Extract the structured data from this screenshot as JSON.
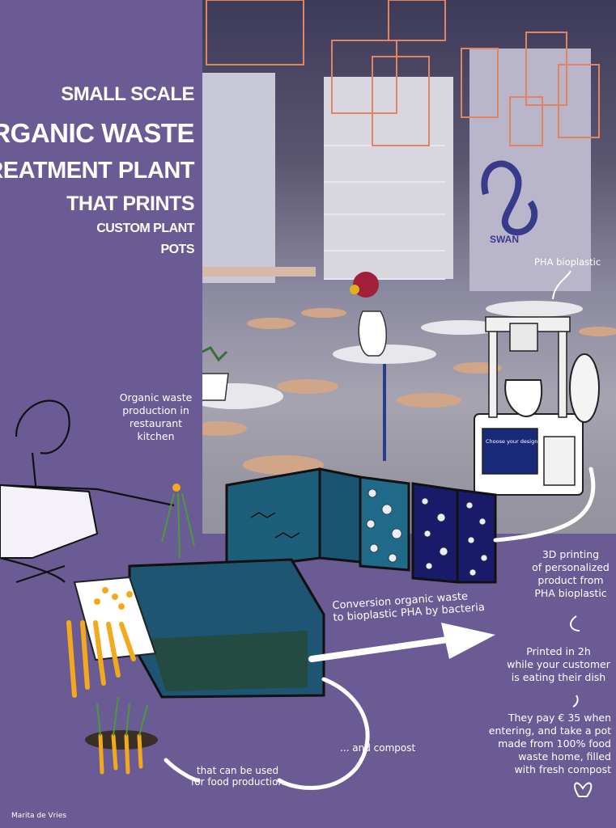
{
  "title": {
    "line1": "SMALL SCALE",
    "line2": "ORGANIC WASTE",
    "line3": "TREATMENT PLANT",
    "line4": "THAT PRINTS",
    "line5": "CUSTOM PLANT",
    "line6": "POTS"
  },
  "labels": {
    "pha": "PHA bioplastic",
    "organic1": "Organic waste",
    "organic2": "production in",
    "organic3": "restaurant",
    "organic4": "kitchen",
    "print1": "3D printing",
    "print2": "of personalized",
    "print3": "product from",
    "print4": "PHA bioplastic",
    "printed1": "Printed in 2h",
    "printed2": "while your customer",
    "printed3": "is eating their dish",
    "pay1": "They pay € 35 when",
    "pay2": "entering, and take a pot",
    "pay3": "made from 100% food",
    "pay4": "waste home, filled",
    "pay5": "with fresh compost",
    "conversion1": "Conversion organic waste",
    "conversion2": "to bioplastic PHA by bacteria",
    "compost": "... and compost",
    "food1": "that can be used",
    "food2": "for food production",
    "printer_screen": "Choose your design",
    "credit": "Marita de Vries",
    "swan": "SWAN"
  },
  "colors": {
    "background": "#6b5b95",
    "tank": "#1d5e7a",
    "tank_dark": "#1a1a6a",
    "carrot": "#f2a91c"
  }
}
